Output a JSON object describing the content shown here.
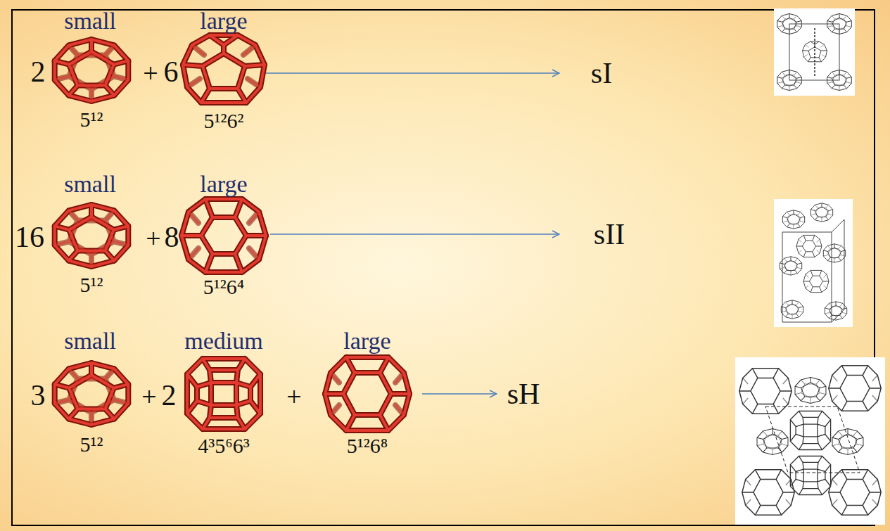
{
  "diagram": {
    "labels": [
      "small",
      "large",
      "2",
      "+",
      "6",
      "5¹²",
      "5¹²6²",
      "sI",
      "small",
      "large",
      "16",
      "+",
      "8",
      "5¹²",
      "5¹²6⁴",
      "sII",
      "small",
      "medium",
      "large",
      "3",
      "+",
      "2",
      "+",
      "5¹²",
      "4³5⁶6³",
      "5¹²6⁸",
      "sH"
    ]
  }
}
